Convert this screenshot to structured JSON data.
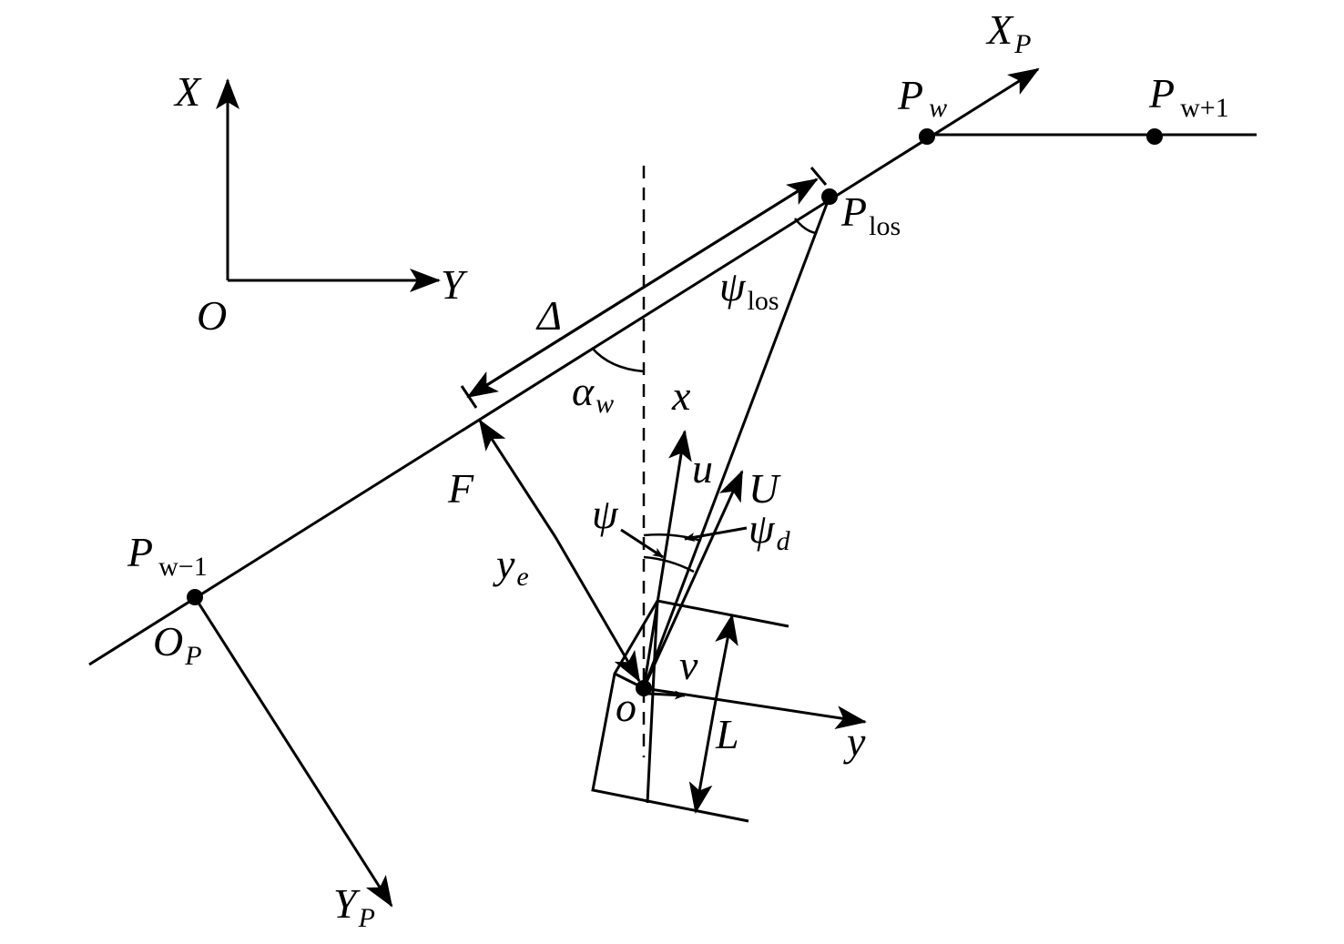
{
  "labels": {
    "X": "X",
    "Y": "Y",
    "O": "O",
    "XP": "X",
    "XP_sub": "P",
    "YP": "Y",
    "YP_sub": "P",
    "OP": "O",
    "OP_sub": "P",
    "Pw": "P",
    "Pw_sub": "w",
    "Pw1": "P",
    "Pw1_sub": "w+1",
    "Pwm1": "P",
    "Pwm1_sub": "w−1",
    "Plos": "P",
    "Plos_sub": "los",
    "psilos": "ψ",
    "psilos_sub": "los",
    "Delta": "Δ",
    "alpha": "α",
    "alpha_sub": "w",
    "F": "F",
    "ye": "y",
    "ye_sub": "e",
    "x": "x",
    "u": "u",
    "U": "U",
    "psi": "ψ",
    "psid": "ψ",
    "psid_sub": "d",
    "o": "o",
    "v": "v",
    "y": "y",
    "L": "L"
  }
}
